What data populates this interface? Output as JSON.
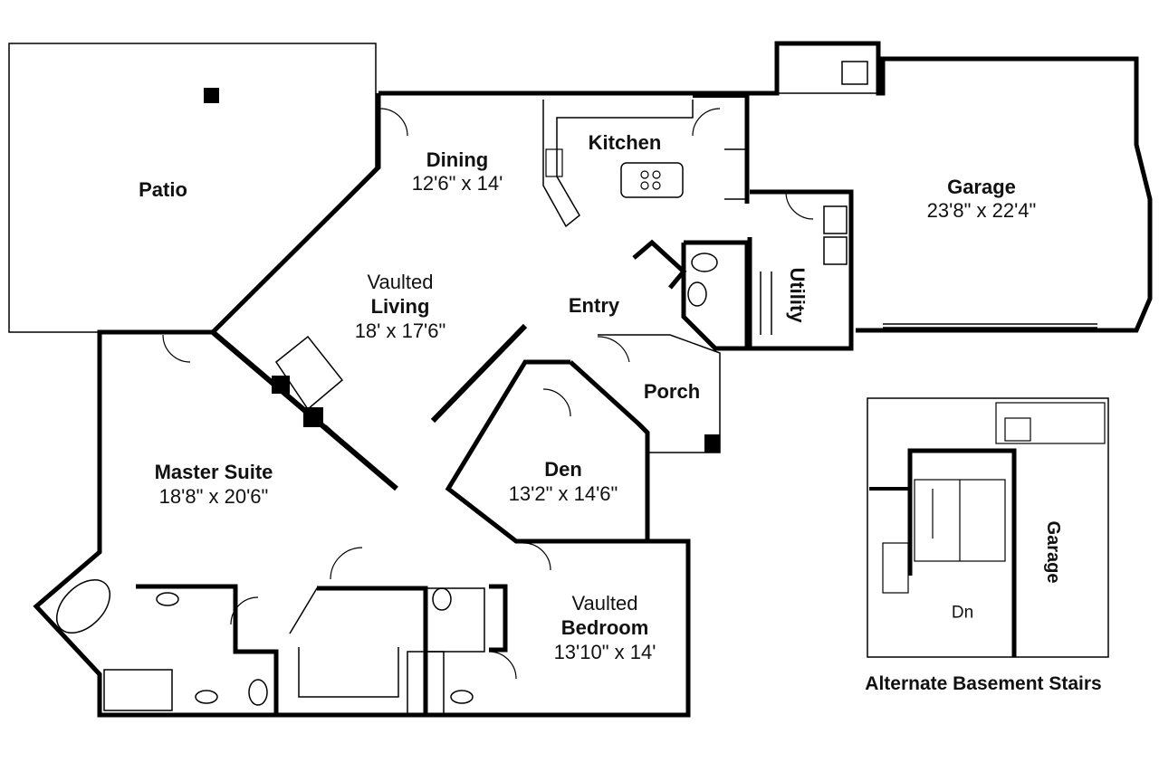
{
  "rooms": {
    "patio": {
      "name": "Patio"
    },
    "dining": {
      "name": "Dining",
      "dims": "12'6\" x 14'"
    },
    "kitchen": {
      "name": "Kitchen"
    },
    "garage": {
      "name": "Garage",
      "dims": "23'8\" x 22'4\""
    },
    "living": {
      "prefix": "Vaulted",
      "name": "Living",
      "dims": "18' x 17'6\""
    },
    "entry": {
      "name": "Entry"
    },
    "utility": {
      "name": "Utility"
    },
    "porch": {
      "name": "Porch"
    },
    "master": {
      "name": "Master Suite",
      "dims": "18'8\" x 20'6\""
    },
    "den": {
      "name": "Den",
      "dims": "13'2\" x 14'6\""
    },
    "bedroom": {
      "prefix": "Vaulted",
      "name": "Bedroom",
      "dims": "13'10\" x 14'"
    }
  },
  "inset": {
    "caption": "Alternate Basement Stairs",
    "garage_label": "Garage",
    "down_label": "Dn"
  },
  "colors": {
    "wall": "#000000",
    "line": "#222222",
    "background": "#ffffff"
  }
}
